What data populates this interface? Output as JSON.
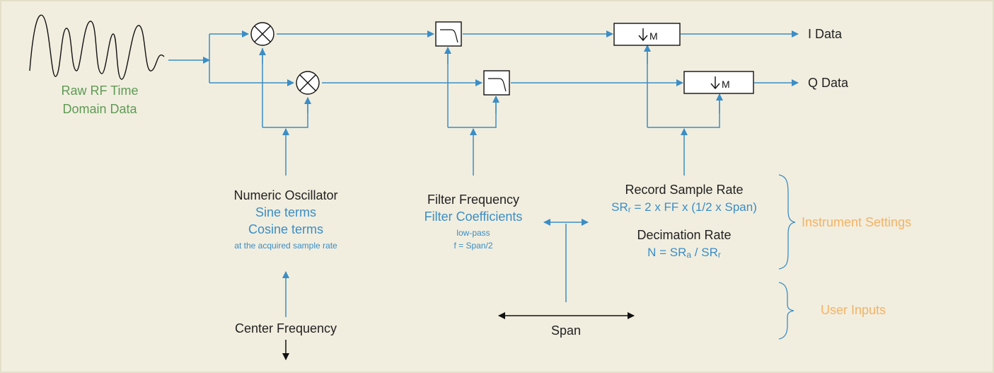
{
  "colors": {
    "background": "#f1eedf",
    "border": "#e3dfc9",
    "line": "#3b8dc6",
    "black": "#111111",
    "green": "#5f9a55",
    "orange": "#f5b264",
    "blue_text": "#3b8dc6",
    "text": "#222222"
  },
  "input": {
    "line1": "Raw RF Time",
    "line2": "Domain Data"
  },
  "outputs": {
    "i": "I Data",
    "q": "Q Data"
  },
  "decimator_label": "M",
  "oscillator": {
    "title": "Numeric Oscillator",
    "sine": "Sine terms",
    "cosine": "Cosine terms",
    "note": "at the acquired sample rate"
  },
  "filter": {
    "title": "Filter Frequency",
    "coefficients": "Filter Coefficients",
    "type": "low-pass",
    "formula": "f = Span/2"
  },
  "record": {
    "title": "Record Sample Rate",
    "formula_lhs": "SR",
    "formula_lhs_sub": "r",
    "formula_rhs": " = 2 x FF x (1/2 x Span)"
  },
  "decimation": {
    "title": "Decimation Rate",
    "formula_prefix": "N = SR",
    "formula_sub_a": "a",
    "formula_mid": " / SR",
    "formula_sub_r": "r"
  },
  "inputs": {
    "center_frequency": "Center Frequency",
    "span": "Span"
  },
  "brackets": {
    "instrument_settings": "Instrument Settings",
    "user_inputs": "User Inputs"
  }
}
